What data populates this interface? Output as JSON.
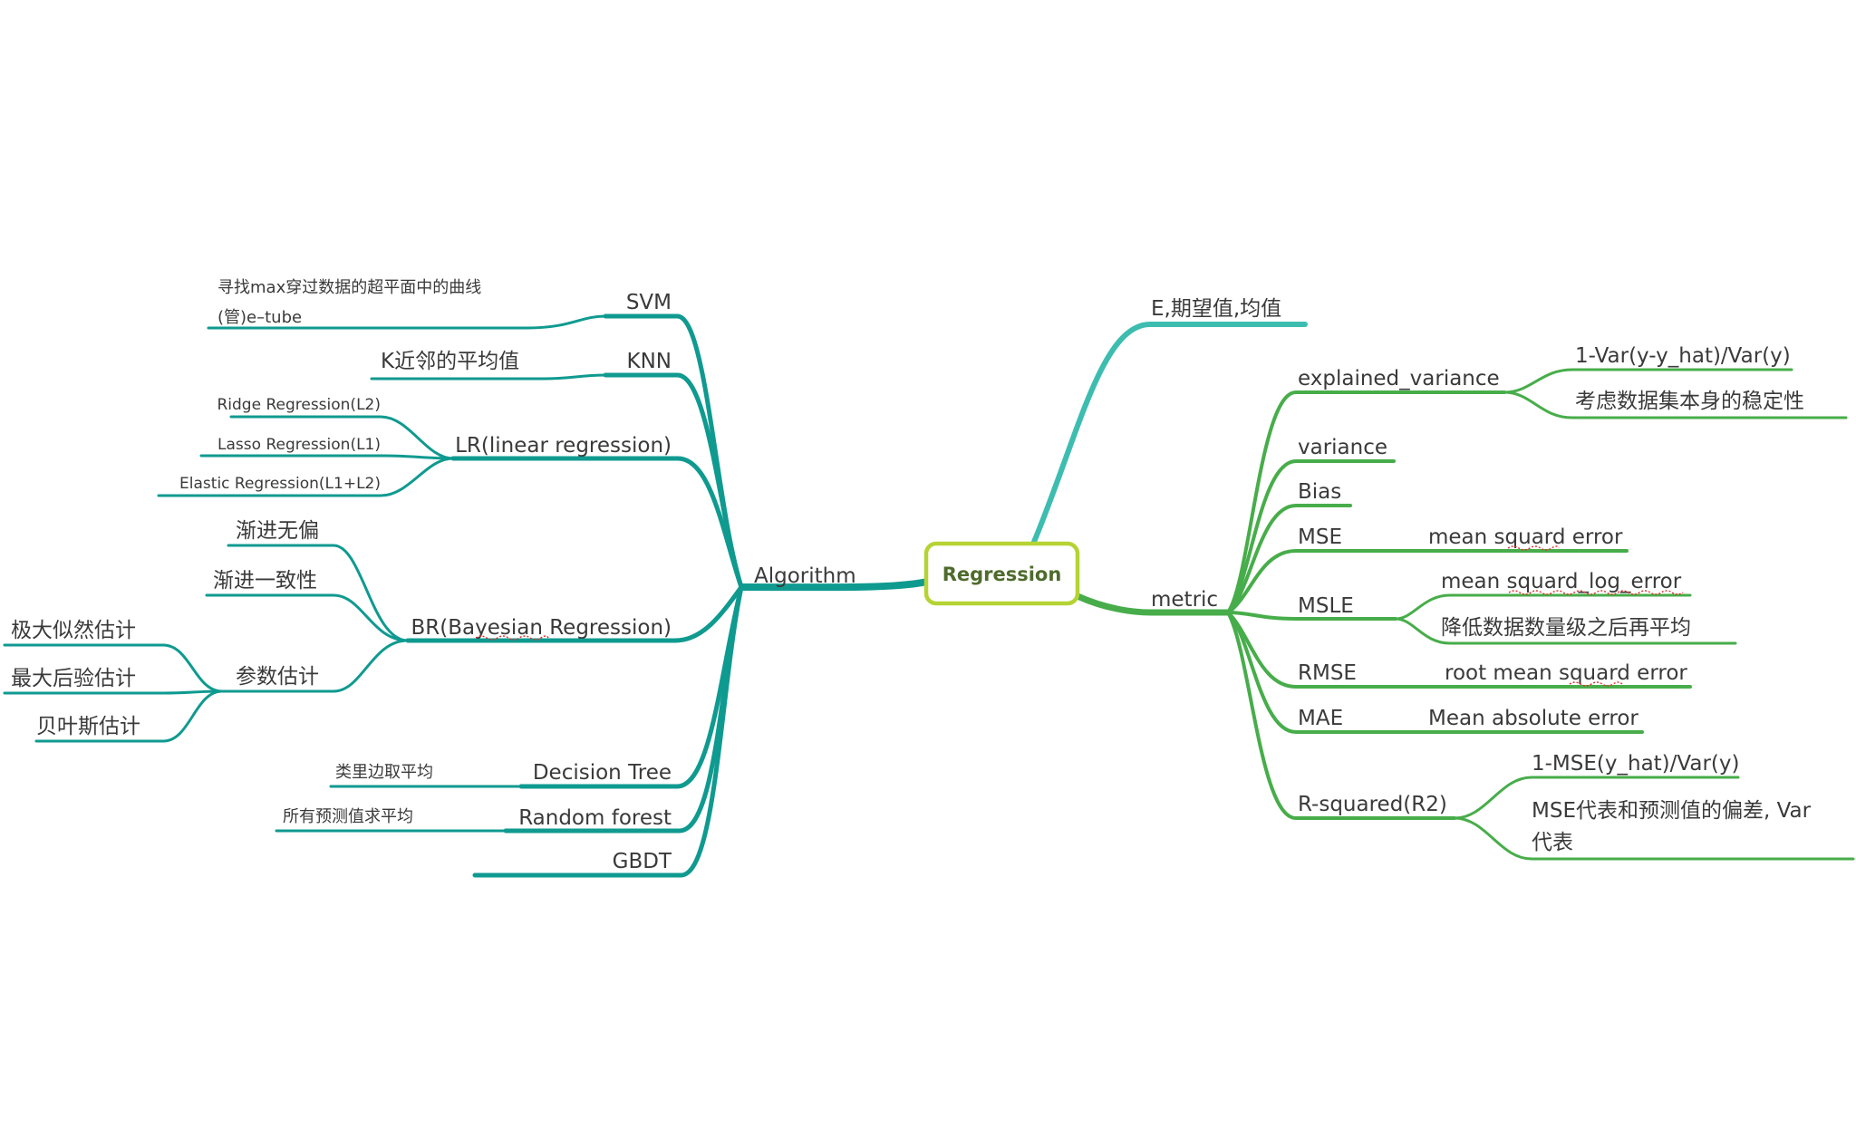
{
  "root": {
    "label": "Regression"
  },
  "expectation": {
    "label": "E,期望值,均值"
  },
  "algorithm": {
    "label": "Algorithm",
    "svm": {
      "label": "SVM",
      "note_line1": "寻找max穿过数据的超平面中的曲线",
      "note_line2": "(管)e–tube"
    },
    "knn": {
      "label": "KNN",
      "note": "K近邻的平均值"
    },
    "lr": {
      "label": "LR(linear regression)",
      "children": [
        "Ridge Regression(L2)",
        "Lasso Regression(L1)",
        "Elastic Regression(L1+L2)"
      ]
    },
    "br": {
      "label": "BR(Bayesian Regression)",
      "asymptotic_unbiased": "渐进无偏",
      "asymptotic_consistent": "渐进一致性",
      "param_estimation": {
        "label": "参数估计",
        "children": [
          "极大似然估计",
          "最大后验估计",
          "贝叶斯估计"
        ]
      }
    },
    "decision_tree": {
      "label": "Decision Tree",
      "note": "类里边取平均"
    },
    "random_forest": {
      "label": "Random forest",
      "note": "所有预测值求平均"
    },
    "gbdt": {
      "label": "GBDT"
    }
  },
  "metric": {
    "label": "metric",
    "explained_variance": {
      "label": "explained_variance",
      "children": [
        "1-Var(y-y_hat)/Var(y)",
        "考虑数据集本身的稳定性"
      ]
    },
    "variance": {
      "label": "variance"
    },
    "bias": {
      "label": "Bias"
    },
    "mse": {
      "label": "MSE",
      "note": "mean squard error"
    },
    "msle": {
      "label": "MSLE",
      "children": [
        "mean squard_log_error",
        "降低数据数量级之后再平均"
      ]
    },
    "rmse": {
      "label": "RMSE",
      "note": "root mean squard error"
    },
    "mae": {
      "label": "MAE",
      "note": "Mean absolute error"
    },
    "r2": {
      "label": "R-squared(R2)",
      "children": [
        "1-MSE(y_hat)/Var(y)"
      ],
      "note_line1": "MSE代表和预测值的偏差, Var",
      "note_line2": "代表"
    }
  },
  "colors": {
    "algorithm_branch": "#0f9a90",
    "expectation_branch": "#3dbdb0",
    "metric_branch": "#47ad4a",
    "root_border": "#b5d334",
    "root_text": "#4e6b2c"
  }
}
